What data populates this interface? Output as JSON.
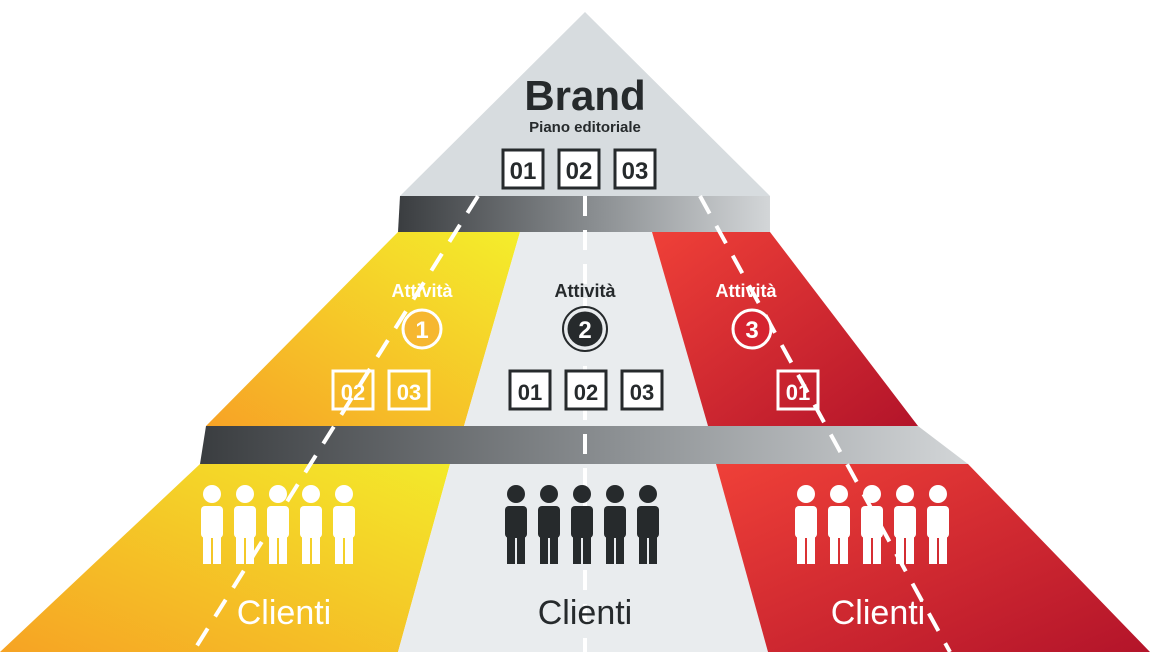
{
  "top": {
    "title": "Brand",
    "subtitle": "Piano editoriale",
    "items": [
      "01",
      "02",
      "03"
    ]
  },
  "middle": [
    {
      "label": "Attività",
      "number": "1",
      "items": [
        "02",
        "03"
      ],
      "color": "#f6a31f"
    },
    {
      "label": "Attività",
      "number": "2",
      "items": [
        "01",
        "02",
        "03"
      ],
      "color": "#262a2c"
    },
    {
      "label": "Attività",
      "number": "3",
      "items": [
        "01"
      ],
      "color": "#e0252f"
    }
  ],
  "bottom": [
    {
      "label": "Clienti",
      "people_icon": "people-group-icon",
      "color": "#ffffff"
    },
    {
      "label": "Clienti",
      "people_icon": "people-group-icon",
      "color": "#262a2c"
    },
    {
      "label": "Clienti",
      "people_icon": "people-group-icon",
      "color": "#ffffff"
    }
  ],
  "colors": {
    "grey": "#d7dcdf",
    "light": "#e9ecee",
    "yellow": "#f2e52b",
    "orange": "#f7a823",
    "red_light": "#ec3b3b",
    "red_dark": "#c01a2b",
    "dark": "#262a2c"
  }
}
